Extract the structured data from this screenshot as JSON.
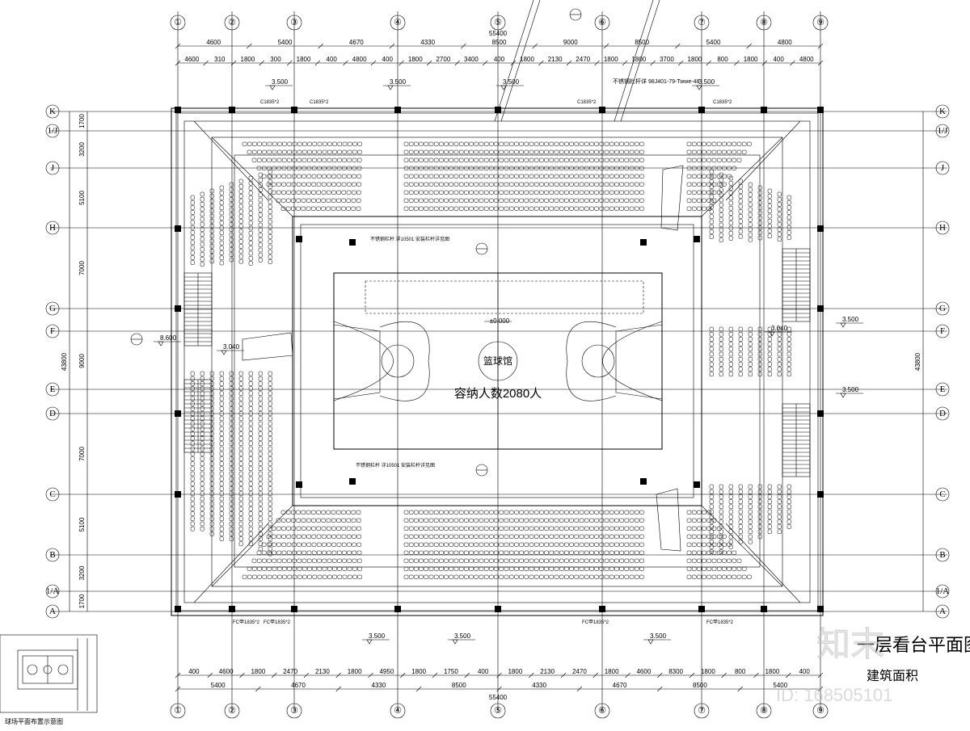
{
  "column_axes": [
    "①",
    "②",
    "③",
    "④",
    "⑤",
    "⑥",
    "⑦",
    "⑧",
    "⑨"
  ],
  "row_axes": [
    "K",
    "1/J",
    "J",
    "H",
    "G",
    "F",
    "E",
    "D",
    "C",
    "B",
    "1/A",
    "A"
  ],
  "dims": {
    "top_row1": [
      "4600",
      "5400",
      "4670",
      "4330",
      "8500",
      "9000",
      "8500",
      "5400",
      "4800"
    ],
    "top_total": "55400",
    "top_row2": [
      "4600",
      "310",
      "1800",
      "300",
      "1800",
      "400",
      "4800",
      "400",
      "1800",
      "2700",
      "3400",
      "400",
      "1800",
      "2130",
      "2470",
      "1800",
      "1800",
      "3700",
      "1800",
      "800",
      "1800",
      "400",
      "4800"
    ],
    "bottom_row1": [
      "400",
      "4600",
      "1800",
      "2470",
      "2130",
      "1800",
      "4950",
      "1800",
      "1750",
      "400",
      "1800",
      "2130",
      "2470",
      "1800",
      "4600",
      "8300",
      "1800",
      "800",
      "1800",
      "400"
    ],
    "bottom_row2": [
      "5400",
      "4670",
      "4330",
      "8500",
      "4330",
      "4670",
      "8500",
      "5400"
    ],
    "bottom_total": "55400",
    "left_vertical": [
      "1700",
      "3200",
      "5100",
      "7000",
      "9000",
      "7000",
      "5100",
      "3200",
      "1700"
    ],
    "left_total": "43800",
    "right_total": "43800"
  },
  "elevations": [
    "3.500",
    "3.500",
    "3.500",
    "3.500",
    "3.500",
    "3.500",
    "3.500",
    "3.500",
    "3.500",
    "8.600",
    "3.040",
    "3.040"
  ],
  "court": {
    "name": "篮球馆",
    "capacity": "容纳人数2080人",
    "level": "±0.000"
  },
  "notes": {
    "top_note": "不锈钢栏杆详 98J401-79-Twwe-48",
    "mid_note": "不锈钢栏杆 详10501 安装栏杆详见图",
    "door_code": "C1835*2",
    "fc_code": "FC甲1835*2"
  },
  "inset": {
    "caption": "球场平面布置示意图"
  },
  "watermark": {
    "brand": "知末",
    "id_label": "ID: 168505101"
  },
  "title_block": {
    "title": "一层看台平面图",
    "subtitle": "建筑面积"
  }
}
